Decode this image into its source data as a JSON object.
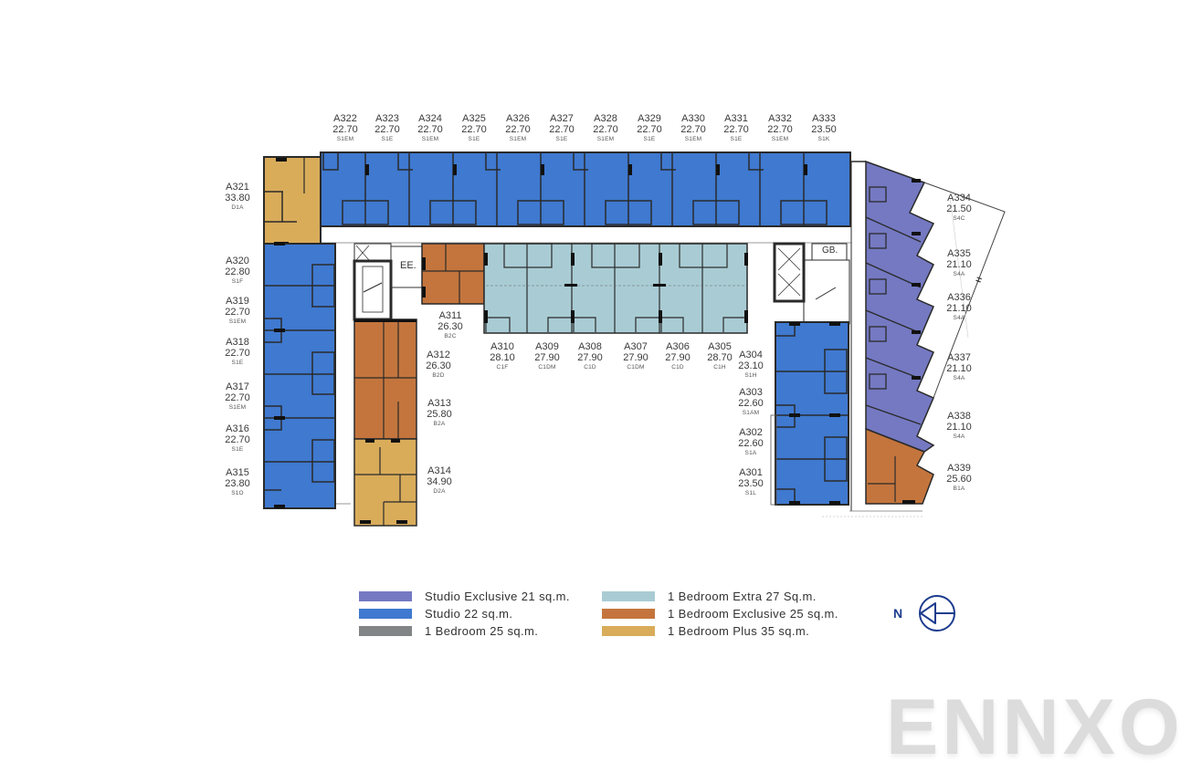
{
  "colors": {
    "studio_exclusive": "#7479c2",
    "studio": "#3f79d0",
    "one_bedroom": "#828585",
    "one_bedroom_extra": "#a9ccd4",
    "one_bedroom_exclusive": "#c4753d",
    "one_bedroom_plus": "#d9ac5a",
    "north_arrow": "#1d3c8f",
    "wall": "#2a2a2a",
    "watermark": "#dcdcdc"
  },
  "units": {
    "top": [
      {
        "id": "A322",
        "area": "22.70",
        "type": "S1EM"
      },
      {
        "id": "A323",
        "area": "22.70",
        "type": "S1E"
      },
      {
        "id": "A324",
        "area": "22.70",
        "type": "S1EM"
      },
      {
        "id": "A325",
        "area": "22.70",
        "type": "S1E"
      },
      {
        "id": "A326",
        "area": "22.70",
        "type": "S1EM"
      },
      {
        "id": "A327",
        "area": "22.70",
        "type": "S1E"
      },
      {
        "id": "A328",
        "area": "22.70",
        "type": "S1EM"
      },
      {
        "id": "A329",
        "area": "22.70",
        "type": "S1E"
      },
      {
        "id": "A330",
        "area": "22.70",
        "type": "S1EM"
      },
      {
        "id": "A331",
        "area": "22.70",
        "type": "S1E"
      },
      {
        "id": "A332",
        "area": "22.70",
        "type": "S1EM"
      },
      {
        "id": "A333",
        "area": "23.50",
        "type": "S1K"
      }
    ],
    "left": [
      {
        "id": "A321",
        "area": "33.80",
        "type": "D1A"
      },
      {
        "id": "A320",
        "area": "22.80",
        "type": "S1F"
      },
      {
        "id": "A319",
        "area": "22.70",
        "type": "S1EM"
      },
      {
        "id": "A318",
        "area": "22.70",
        "type": "S1E"
      },
      {
        "id": "A317",
        "area": "22.70",
        "type": "S1EM"
      },
      {
        "id": "A316",
        "area": "22.70",
        "type": "S1E"
      },
      {
        "id": "A315",
        "area": "23.80",
        "type": "S1O"
      }
    ],
    "inner_left": [
      {
        "id": "A311",
        "area": "26.30",
        "type": "B2C"
      },
      {
        "id": "A312",
        "area": "26.30",
        "type": "B2D"
      },
      {
        "id": "A313",
        "area": "25.80",
        "type": "B2A"
      },
      {
        "id": "A314",
        "area": "34.90",
        "type": "D2A"
      }
    ],
    "middle": [
      {
        "id": "A310",
        "area": "28.10",
        "type": "C1F"
      },
      {
        "id": "A309",
        "area": "27.90",
        "type": "C1DM"
      },
      {
        "id": "A308",
        "area": "27.90",
        "type": "C1D"
      },
      {
        "id": "A307",
        "area": "27.90",
        "type": "C1DM"
      },
      {
        "id": "A306",
        "area": "27.90",
        "type": "C1D"
      },
      {
        "id": "A305",
        "area": "28.70",
        "type": "C1H"
      }
    ],
    "inner_right": [
      {
        "id": "A304",
        "area": "23.10",
        "type": "S1H"
      },
      {
        "id": "A303",
        "area": "22.60",
        "type": "S1AM"
      },
      {
        "id": "A302",
        "area": "22.60",
        "type": "S1A"
      },
      {
        "id": "A301",
        "area": "23.50",
        "type": "S1L"
      }
    ],
    "right": [
      {
        "id": "A334",
        "area": "21.50",
        "type": "S4C"
      },
      {
        "id": "A335",
        "area": "21.10",
        "type": "S4A"
      },
      {
        "id": "A336",
        "area": "21.10",
        "type": "S4A"
      },
      {
        "id": "A337",
        "area": "21.10",
        "type": "S4A"
      },
      {
        "id": "A338",
        "area": "21.10",
        "type": "S4A"
      },
      {
        "id": "A339",
        "area": "25.60",
        "type": "B1A"
      }
    ]
  },
  "rooms": {
    "ee": "EE.",
    "gb": "GB.",
    "h_marker": "H"
  },
  "legend": [
    {
      "label": "Studio Exclusive 21 sq.m.",
      "color": "#7479c2"
    },
    {
      "label": "Studio 22 sq.m.",
      "color": "#3f79d0"
    },
    {
      "label": "1 Bedroom 25 sq.m.",
      "color": "#828585"
    },
    {
      "label": "1 Bedroom Extra 27 Sq.m.",
      "color": "#a9ccd4"
    },
    {
      "label": "1 Bedroom Exclusive 25 sq.m.",
      "color": "#c4753d"
    },
    {
      "label": "1 Bedroom Plus 35 sq.m.",
      "color": "#d9ac5a"
    }
  ],
  "north": {
    "letter": "N"
  },
  "watermark": "ENNXO"
}
